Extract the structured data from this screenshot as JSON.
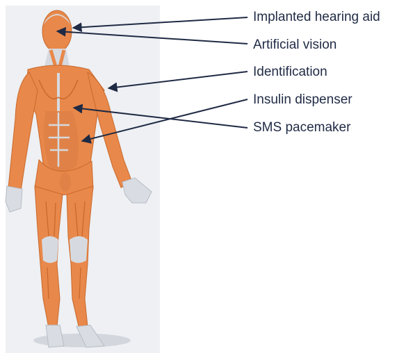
{
  "colors": {
    "muscle": "#e8884a",
    "muscle_shadow": "#c96a2e",
    "tendon": "#c9ced6",
    "backdrop": "#eef0f3",
    "leader_line": "#1f2a44",
    "text": "#1f2a44"
  },
  "labels": {
    "hearing": "Implanted hearing aid",
    "vision": "Artificial vision",
    "identification": "Identification",
    "insulin": "Insulin dispenser",
    "sms": "SMS pacemaker"
  }
}
